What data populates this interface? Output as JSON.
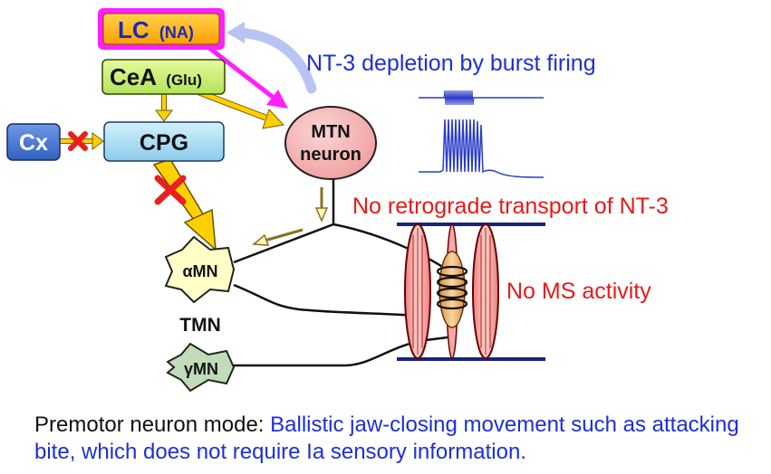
{
  "nodes": {
    "lc_main": "LC",
    "lc_sub": "(NA)",
    "cea_main": "CeA",
    "cea_sub": "(Glu)",
    "cx": "Cx",
    "cpg": "CPG",
    "mtn_line1": "MTN",
    "mtn_line2": "neuron",
    "alpha_mn": "αMN",
    "tmn": "TMN",
    "gamma_mn": "γMN"
  },
  "annotations": {
    "nt3_depletion": "NT-3 depletion by burst firing",
    "no_retrograde": "No retrograde transport of NT-3",
    "no_ms": "No MS activity"
  },
  "caption": {
    "lead": "Premotor neuron mode: ",
    "text": "Ballistic jaw-closing movement such as attacking bite, which does not require Ia sensory information."
  },
  "colors": {
    "lc_fill": "#ffb300",
    "lc_border": "#e020e0",
    "cea_fill": "#ccf07a",
    "cx_fill": "#4a78d4",
    "cpg_fill": "#aee0f4",
    "mtn_fill": "#f4b4b4",
    "alpha_fill": "#ffffc8",
    "gamma_fill": "#c0dcb8",
    "arrow_yellow": "#ffd000",
    "magenta": "#ff20ff",
    "blue_text": "#1d2fd6",
    "red_text": "#e81a1a",
    "cross": "#e82020",
    "muscle_fill": "#f0a0a0",
    "trace": "#2a3cc8"
  }
}
